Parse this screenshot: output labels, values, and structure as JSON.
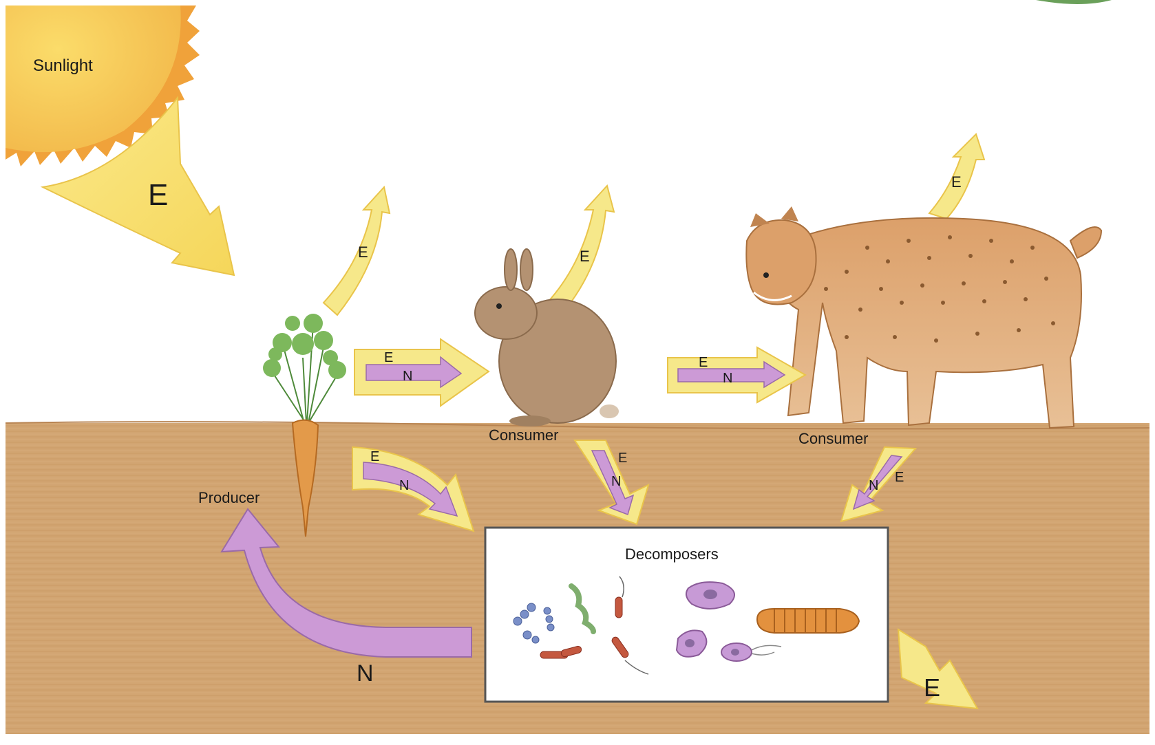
{
  "labels": {
    "sunlight": "Sunlight",
    "producer": "Producer",
    "consumer_1": "Consumer",
    "consumer_2": "Consumer",
    "decomposers": "Decomposers"
  },
  "arrow_letters": {
    "energy": "E",
    "nutrients": "N"
  },
  "colors": {
    "soil": "#d2a572",
    "sun": "#f2c64a",
    "sun_rays": "#f0a23a",
    "energy_arrow": "#f6e88a",
    "nutrient_arrow": "#cc9ad6",
    "decomposer_box": "#ffffff"
  },
  "icons": [
    "sun-icon",
    "carrot-icon",
    "rabbit-icon",
    "bobcat-icon",
    "bacteria-icon",
    "protist-icon",
    "larva-icon"
  ]
}
